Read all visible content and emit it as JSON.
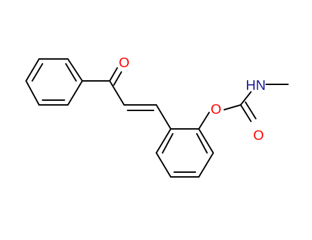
{
  "molecule": {
    "atoms": {
      "carbonyl_oxygen": {
        "symbol": "O",
        "color": "#ff0000"
      },
      "ether_oxygen": {
        "symbol": "O",
        "color": "#ff0000"
      },
      "carbamate_oxygen": {
        "symbol": "O",
        "color": "#ff0000"
      },
      "nitrogen": {
        "symbol": "HN",
        "color": "#1a1a99"
      }
    },
    "colors": {
      "bond": "#000000",
      "background": "#ffffff"
    }
  }
}
